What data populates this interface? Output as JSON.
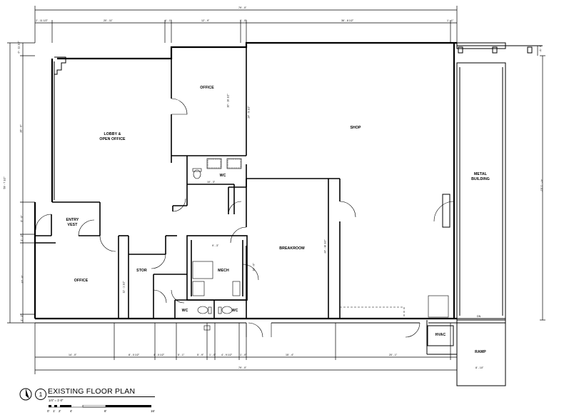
{
  "rooms": {
    "lobby": "LOBBY &\nOPEN OFFICE",
    "office_top": "OFFICE",
    "shop": "SHOP",
    "metal_building": "METAL\nBUILDING",
    "wc_top": "WC",
    "entry": "ENTRY\nVEST",
    "breakroom": "BREAKROOM",
    "office_bottom": "OFFICE",
    "stor": "STOR",
    "mech": "MECH",
    "wc_left": "WC",
    "wc_right": "WC",
    "hvac": "HVAC",
    "ramp": "RAMP",
    "dn": "DN"
  },
  "dims": {
    "top_overall": "79' - 0\"",
    "bottom_overall": "79' - 0\"",
    "top_chain": [
      "2' - 11 1/2\"",
      "20' - 11\"",
      "1' - 1\"",
      "12' - 9\"",
      "1' - 0\"",
      "36' - 8 1/2\"",
      "1' - 1\""
    ],
    "bottom_chain": [
      "14' - 0\"",
      "8' - 0 1/2\"",
      "4' - 0 1/2\"",
      "5' - 1\"",
      "5' - 9\"",
      "1' - 0\"",
      "4' - 9 1/2\"",
      "1' - 0\"",
      "15' - 4\"",
      "20' - 1\""
    ],
    "left_overall": "59' - 7 1/2\"",
    "left_chain": [
      "0' - 11 1/2\"",
      "26' - 0\"",
      "6' - 0\"",
      "1' - 1\"",
      "17' - 0\"",
      "1' - 1\""
    ],
    "right_overall": "47' - 1 1/2\"",
    "right_top": "3' - 5\"",
    "office_v": "10' - 10 1/2\"",
    "shop_v": "24' - 9 1/2\"",
    "wc_h": "10' - 3\"",
    "mech_h": "9' - 3\"",
    "mech_v": "10' - 0\"",
    "break_v": "24' - 10 1/2\"",
    "stor_v": "11' - 1 1/2\"",
    "ramp_w": "8' - 10\""
  },
  "title": {
    "view_number": "1",
    "name": "EXISTING FLOOR PLAN",
    "scale": "1/4\" = 1'-0\"",
    "scalebar_labels": [
      "0'",
      "1'",
      "2'",
      "4'",
      "8'",
      "16'"
    ]
  }
}
